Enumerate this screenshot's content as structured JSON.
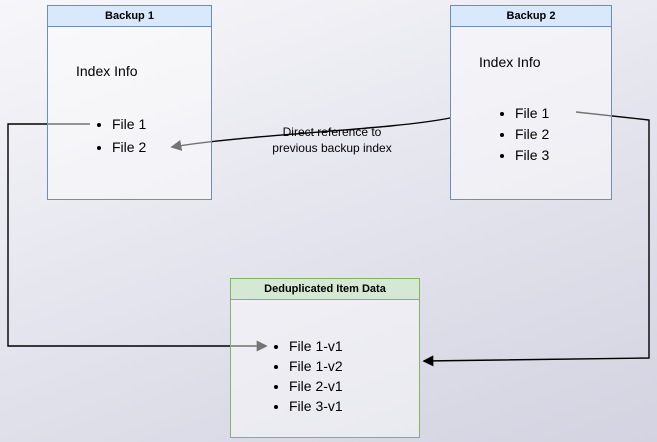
{
  "diagram": {
    "background_from": "#f7f7fa",
    "background_to": "#d3d3e1",
    "boxes": {
      "backup1": {
        "title": "Backup 1",
        "subtitle": "Index Info",
        "items": [
          "File 1",
          "File 2"
        ],
        "fill": "#dae8fc",
        "border": "#6c8ebf"
      },
      "backup2": {
        "title": "Backup 2",
        "subtitle": "Index Info",
        "items": [
          "File 1",
          "File 2",
          "File 3"
        ],
        "fill": "#dae8fc",
        "border": "#6c8ebf"
      },
      "dedup": {
        "title": "Deduplicated Item Data",
        "items": [
          "File 1-v1",
          "File 1-v2",
          "File 2-v1",
          "File 3-v1"
        ],
        "fill": "#d5e8d4",
        "border": "#82b366"
      }
    },
    "annotations": {
      "direct_reference_line1": "Direct reference to",
      "direct_reference_line2": "previous backup index"
    },
    "edge_color": "#000000"
  }
}
